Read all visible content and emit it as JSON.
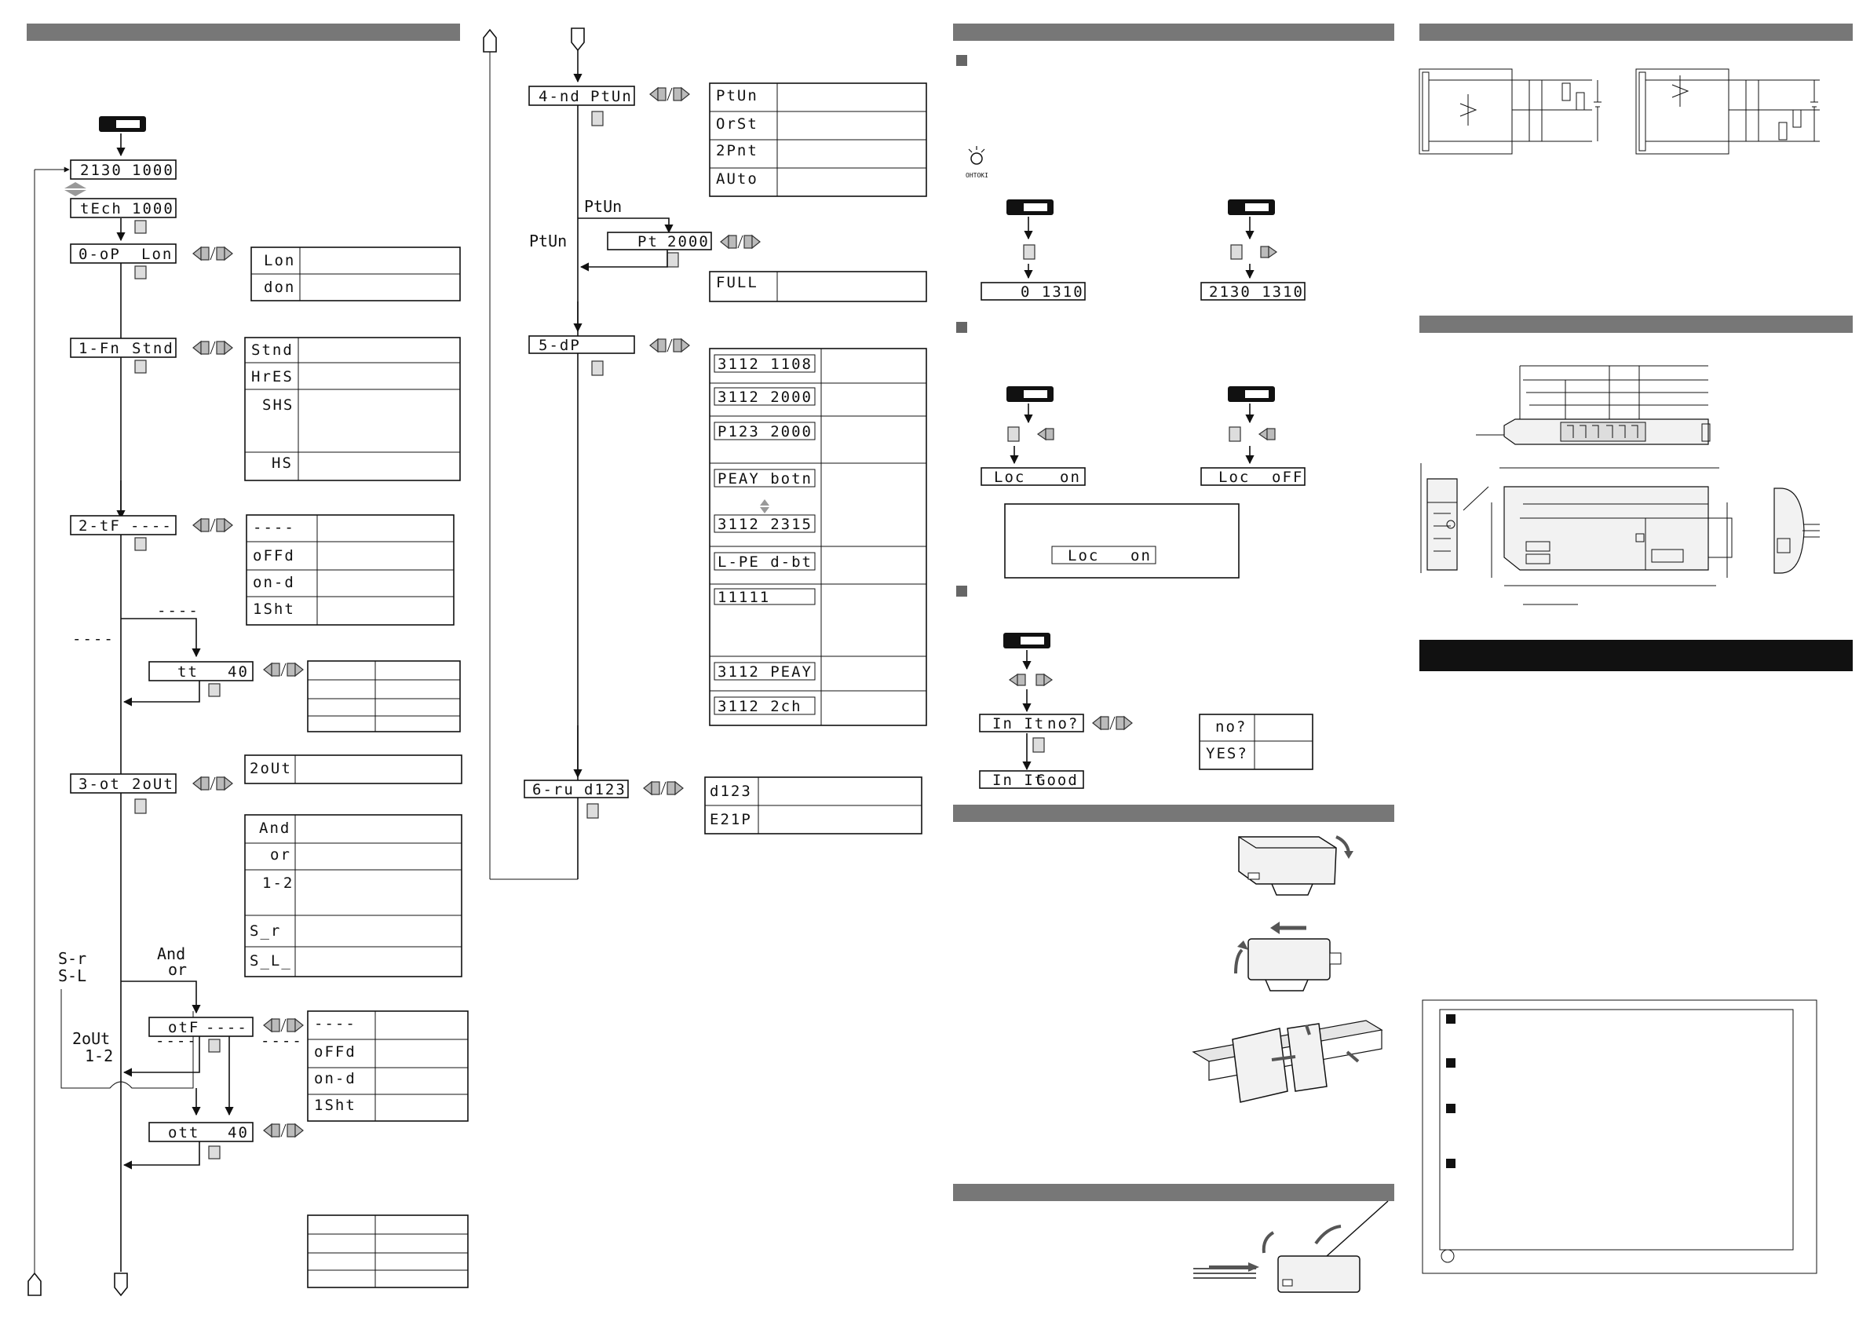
{
  "flow": {
    "header_display": [
      "2130",
      "1000"
    ],
    "tech_display": [
      "tEch",
      "1000"
    ],
    "o_op": [
      "0-oP",
      "Lon"
    ],
    "o_op_options": [
      "Lon",
      "don"
    ],
    "fn": [
      "1-Fn",
      "Stnd"
    ],
    "fn_options": [
      "Stnd",
      "HrES",
      "SHS",
      "HS"
    ],
    "tf": [
      "2-tF",
      "----"
    ],
    "tf_options": [
      "----",
      "oFFd",
      "on-d",
      "1Sht"
    ],
    "tf_branch_label": "----",
    "tt": [
      "tt",
      "40"
    ],
    "ot": [
      "3-ot",
      "2oUt"
    ],
    "ot_options": [
      "2oUt",
      "And",
      "or",
      "1-2",
      "S_r",
      "S_L_"
    ],
    "s_labels": [
      "S-r",
      "S-L"
    ],
    "and_or_labels": [
      "And",
      "or"
    ],
    "otf": [
      "otF",
      "----"
    ],
    "otf_options": [
      "----",
      "oFFd",
      "on-d",
      "1Sht"
    ],
    "otf_dash": "----",
    "box_2out": [
      "2oUt",
      "1-2"
    ],
    "ott": [
      "ott",
      "40"
    ],
    "ptun": [
      "4-nd",
      "PtUn"
    ],
    "ptun_options": [
      "PtUn",
      "OrSt",
      "2Pnt",
      "AUto"
    ],
    "ptun_labels": [
      "PtUn",
      "PtUn"
    ],
    "pt": [
      "Pt",
      "2000"
    ],
    "pt_full": "FULL",
    "sdp": [
      "5-dP",
      ""
    ],
    "sdp_options": [
      "3112  1108",
      "3112  2000",
      "P123  2000",
      "PEAY  botn",
      "3112  2315",
      "L-PE  d-bt",
      "        11111",
      "3112  PEAY",
      "3112   2ch"
    ],
    "ru": [
      "6-ru",
      "d123"
    ],
    "ru_options": [
      "d123",
      "E21P"
    ]
  },
  "right": {
    "zero_display": "0  1310",
    "value_display": "2130  1310",
    "oh_label": "OHTOKI",
    "loc_on": [
      "Loc",
      "on"
    ],
    "loc_off": [
      "Loc",
      "oFF"
    ],
    "loc_box": [
      "Loc",
      "on"
    ],
    "init_no": [
      "In It",
      "no?"
    ],
    "init_good": [
      "In It",
      "Good"
    ],
    "init_options": [
      "no?",
      "YES?"
    ]
  }
}
